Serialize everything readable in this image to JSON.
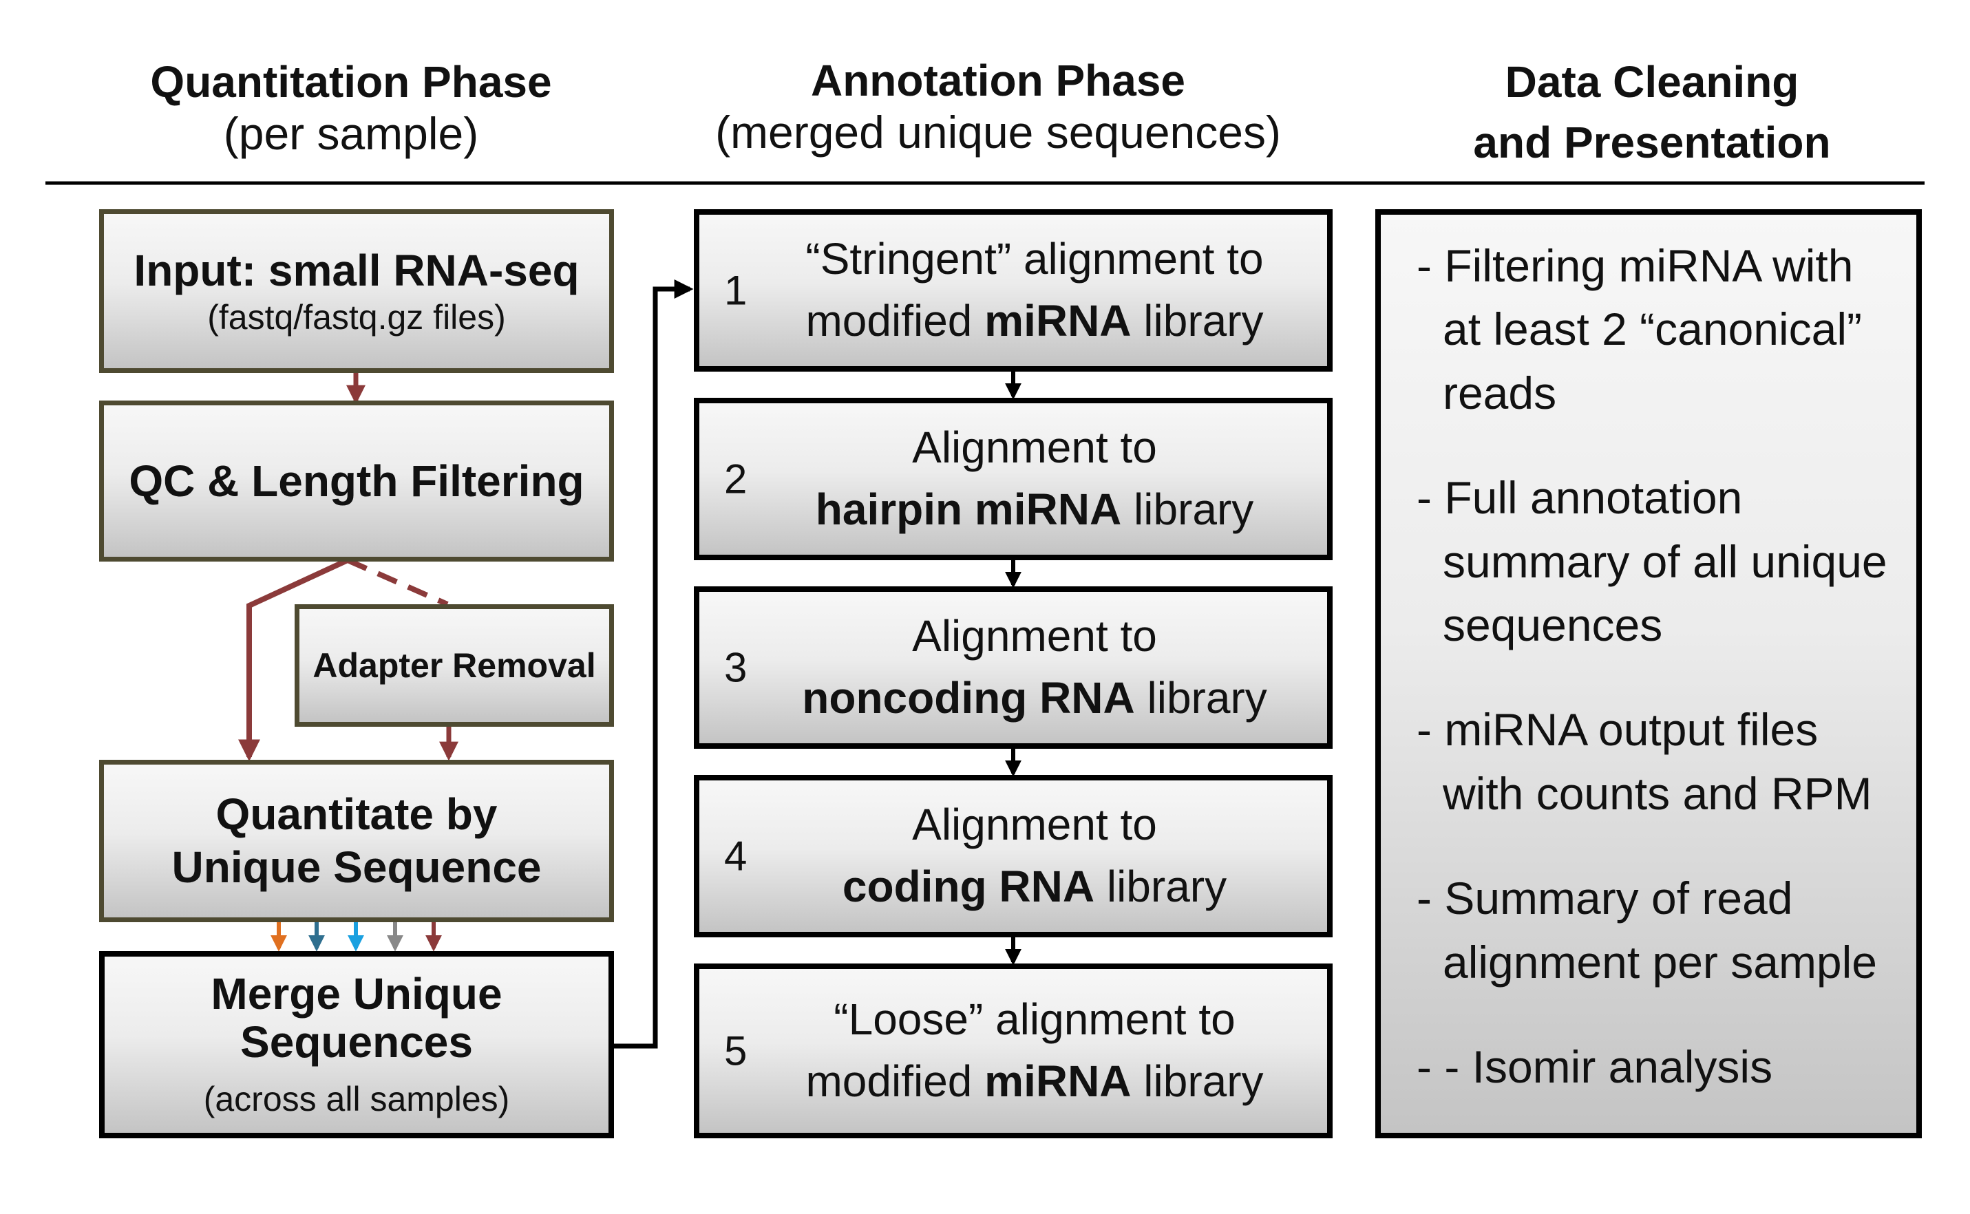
{
  "headers": {
    "quantitation": {
      "title": "Quantitation Phase",
      "subtitle": "(per sample)"
    },
    "annotation": {
      "title": "Annotation Phase",
      "subtitle": "(merged unique sequences)"
    },
    "cleaning": {
      "title_line1": "Data Cleaning",
      "title_line2": "and Presentation"
    }
  },
  "quantitation": {
    "input": {
      "title": "Input: small RNA-seq",
      "subtitle": "(fastq/fastq.gz files)"
    },
    "qc": {
      "title": "QC & Length Filtering"
    },
    "adapter": {
      "title": "Adapter Removal"
    },
    "quantitate": {
      "line1": "Quantitate by",
      "line2": "Unique Sequence"
    },
    "merge": {
      "line1": "Merge Unique",
      "line2": "Sequences",
      "subtitle": "(across all samples)"
    }
  },
  "annotation": {
    "steps": [
      {
        "num": "1",
        "line1": "“Stringent” alignment to",
        "line2_pre": "modified ",
        "line2_bold": "miRNA",
        "line2_post": " library"
      },
      {
        "num": "2",
        "line1": "Alignment to",
        "line2_pre": "",
        "line2_bold": "hairpin miRNA",
        "line2_post": " library"
      },
      {
        "num": "3",
        "line1": "Alignment to",
        "line2_pre": "",
        "line2_bold": "noncoding RNA",
        "line2_post": " library"
      },
      {
        "num": "4",
        "line1": "Alignment to",
        "line2_pre": "",
        "line2_bold": "coding RNA",
        "line2_post": " library"
      },
      {
        "num": "5",
        "line1": "“Loose” alignment to",
        "line2_pre": "modified ",
        "line2_bold": "miRNA",
        "line2_post": " library"
      }
    ]
  },
  "cleaning": {
    "items": [
      "- Filtering miRNA with at least 2 “canonical” reads",
      "- Full annotation summary of all unique sequences",
      "- miRNA output files with counts and RPM",
      "- Summary of read alignment per sample",
      "- - Isomir analysis"
    ]
  },
  "colors": {
    "flow_arrow": "#8b3a3a",
    "box_border_quant": "#4e4a31",
    "box_border_black": "#000000",
    "sample_arrows": [
      "#e07020",
      "#2f6f8f",
      "#1aa0e0",
      "#888888",
      "#8b3a3a"
    ]
  }
}
